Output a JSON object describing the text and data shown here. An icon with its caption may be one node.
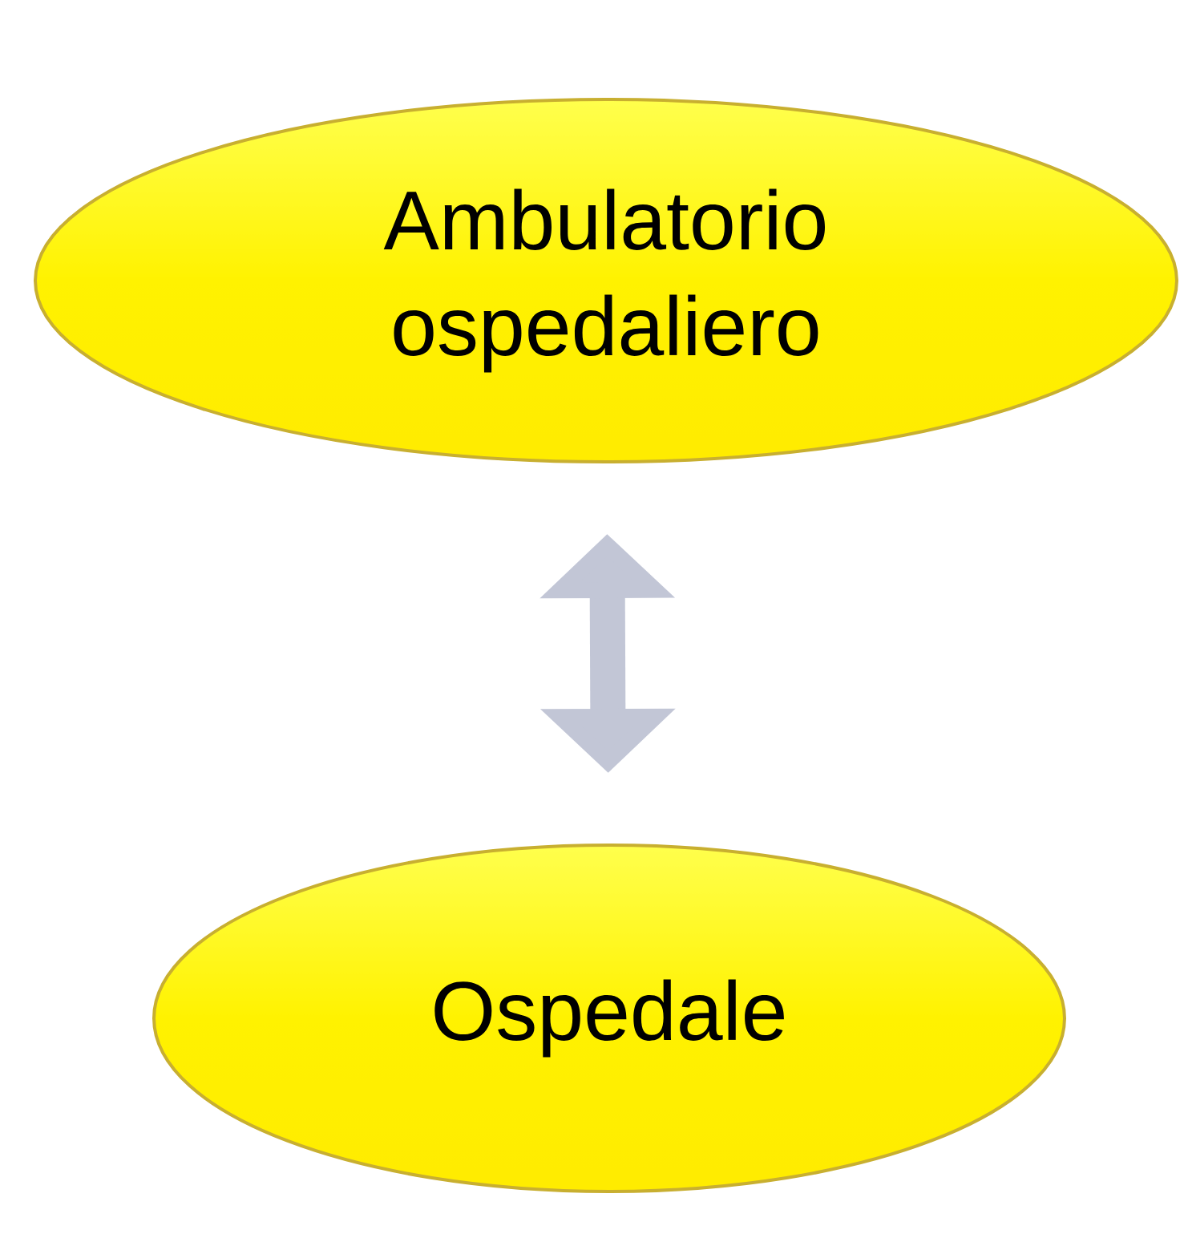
{
  "diagram": {
    "nodes": [
      {
        "text": [
          "Ambulatorio ospedaliero"
        ]
      },
      {
        "text": [
          "Ospedale"
        ]
      }
    ],
    "edges": [
      {
        "from": 0,
        "to": 1,
        "arrow": "both"
      }
    ]
  }
}
